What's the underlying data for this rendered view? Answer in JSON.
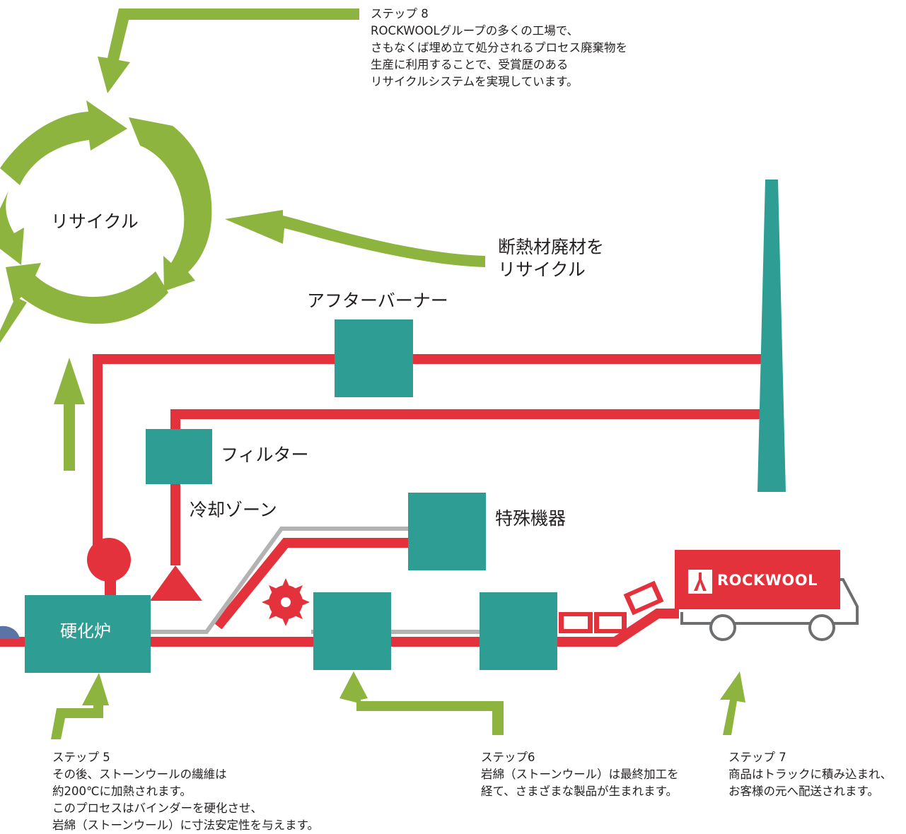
{
  "colors": {
    "green": "#8cb43f",
    "red": "#e4323c",
    "teal": "#2e9e94",
    "gray": "#b3b3b3",
    "truck_outline": "#6d6e70",
    "blue": "#5b74a8"
  },
  "icons": {
    "recycle": "recycle-arrows-icon",
    "saw": "saw-blade-icon",
    "truck": "truck-icon",
    "logo": "rockwool-logo-icon"
  },
  "labels": {
    "recycle": "リサイクル",
    "insulation_recycle_line1": "断熱材廃材を",
    "insulation_recycle_line2": "リサイクル",
    "afterburner": "アフターバーナー",
    "filter": "フィルター",
    "cooling_zone": "冷却ゾーン",
    "special_equipment": "特殊機器",
    "curing_oven": "硬化炉",
    "brand": "ROCKWOOL"
  },
  "steps": {
    "step8": {
      "title": "ステップ 8",
      "lines": [
        "ROCKWOOLグループの多くの工場で、",
        "さもなくば埋め立て処分されるプロセス廃棄物を",
        "生産に利用することで、受賞歴のある",
        "リサイクルシステムを実現しています。"
      ]
    },
    "step5": {
      "title": "ステップ 5",
      "lines": [
        "その後、ストーンウールの繊維は",
        "約200℃に加熱されます。",
        "このプロセスはバインダーを硬化させ、",
        "岩綿（ストーンウール）に寸法安定性を与えます。"
      ]
    },
    "step6": {
      "title": "ステップ6",
      "lines": [
        "岩綿（ストーンウール）は最終加工を",
        "経て、さまざまな製品が生まれます。"
      ]
    },
    "step7": {
      "title": "ステップ 7",
      "lines": [
        "商品はトラックに積み込まれ、",
        "お客様の元へ配送されます。"
      ]
    }
  }
}
